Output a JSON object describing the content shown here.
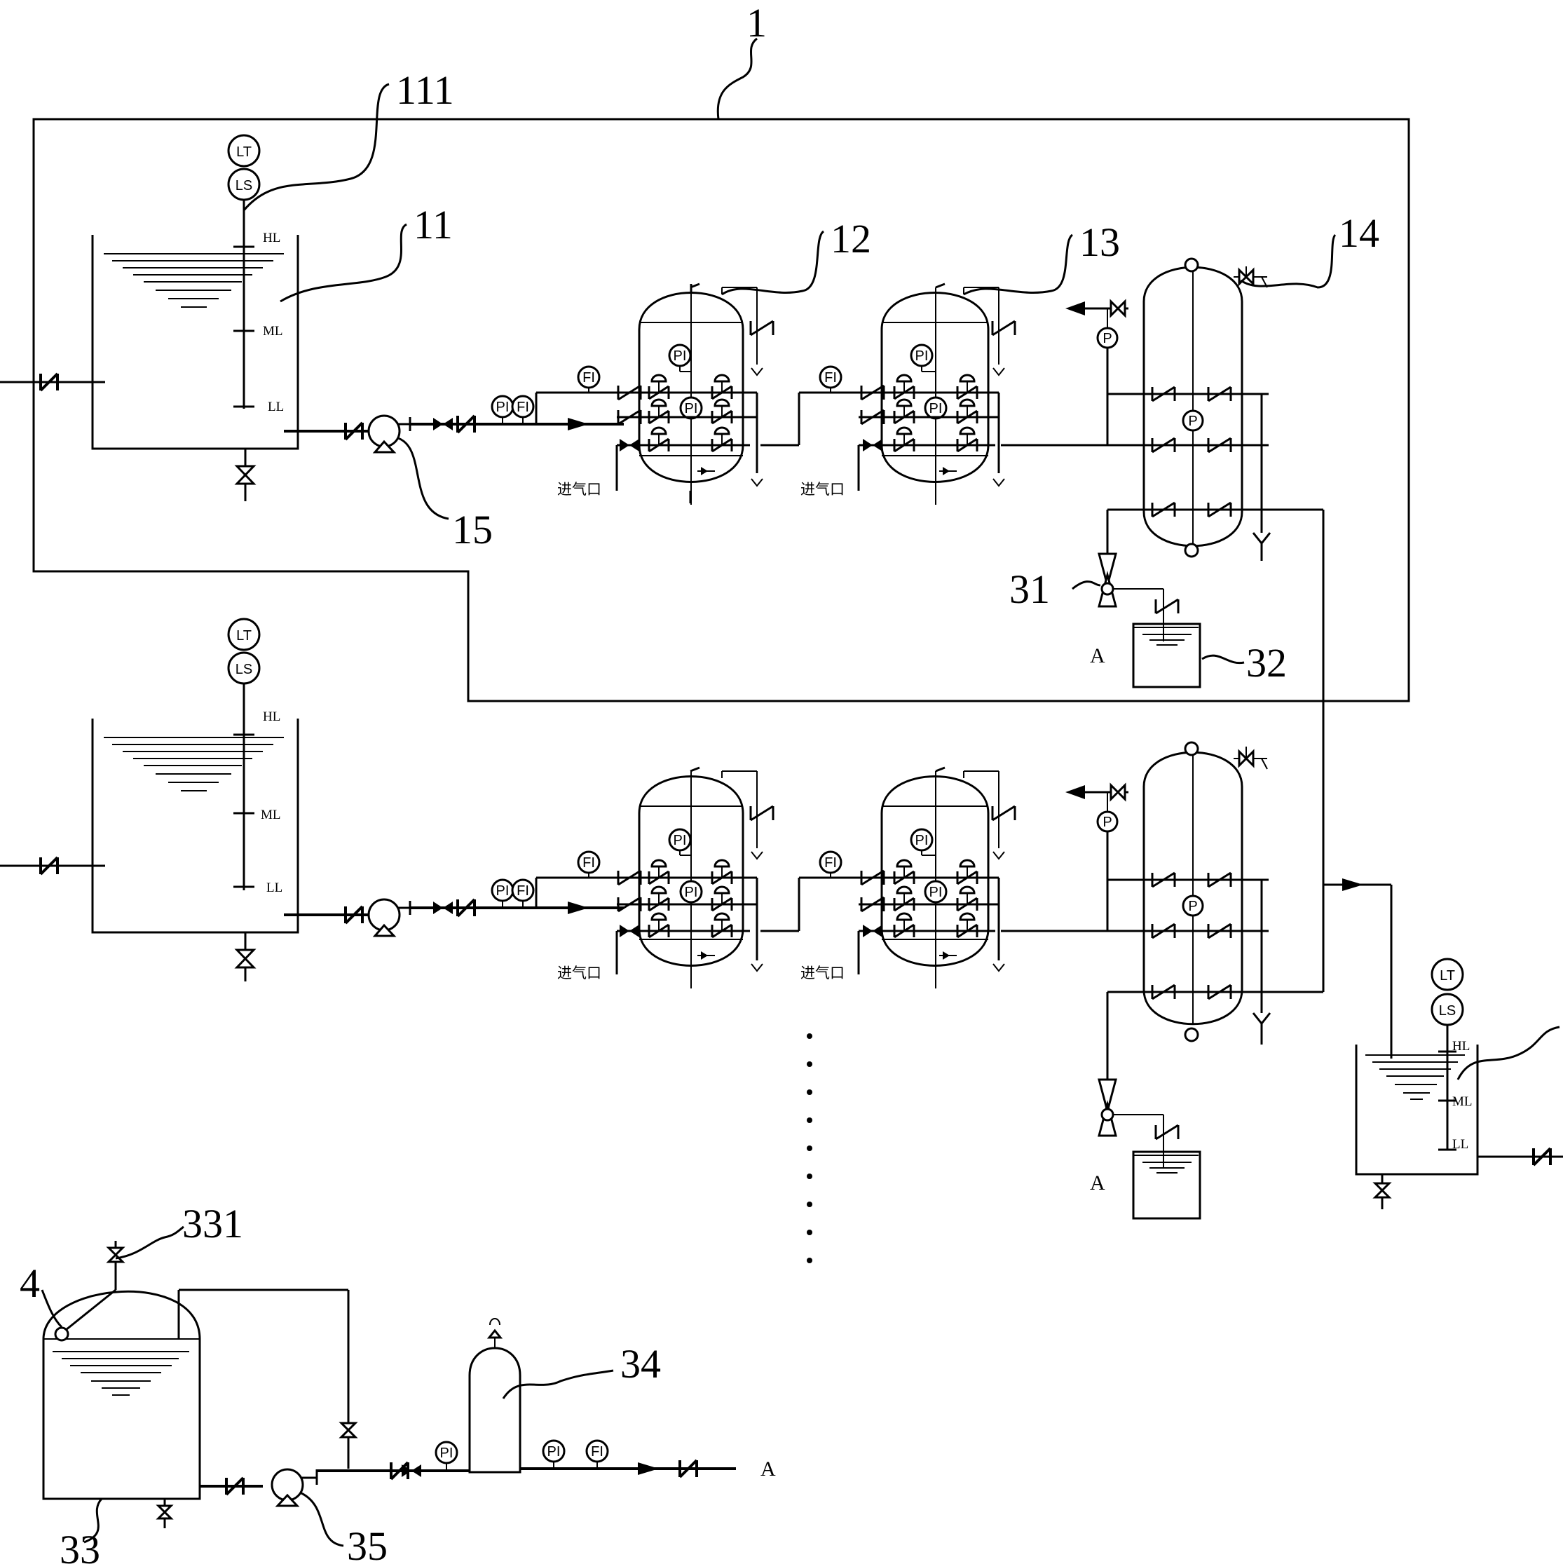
{
  "refs": {
    "r1": "1",
    "r111": "111",
    "r11": "11",
    "r12": "12",
    "r13": "13",
    "r14": "14",
    "r15": "15",
    "r31": "31",
    "r32": "32",
    "r331": "331",
    "r4": "4",
    "r34": "34",
    "r33": "33",
    "r35": "35"
  },
  "instruments": {
    "lt": "LT",
    "ls": "LS",
    "pi": "PI",
    "fi": "FI",
    "p": "P"
  },
  "levels": {
    "hl": "HL",
    "ml": "ML",
    "ll": "LL"
  },
  "labels": {
    "air_inlet": "进气口",
    "a": "A"
  }
}
